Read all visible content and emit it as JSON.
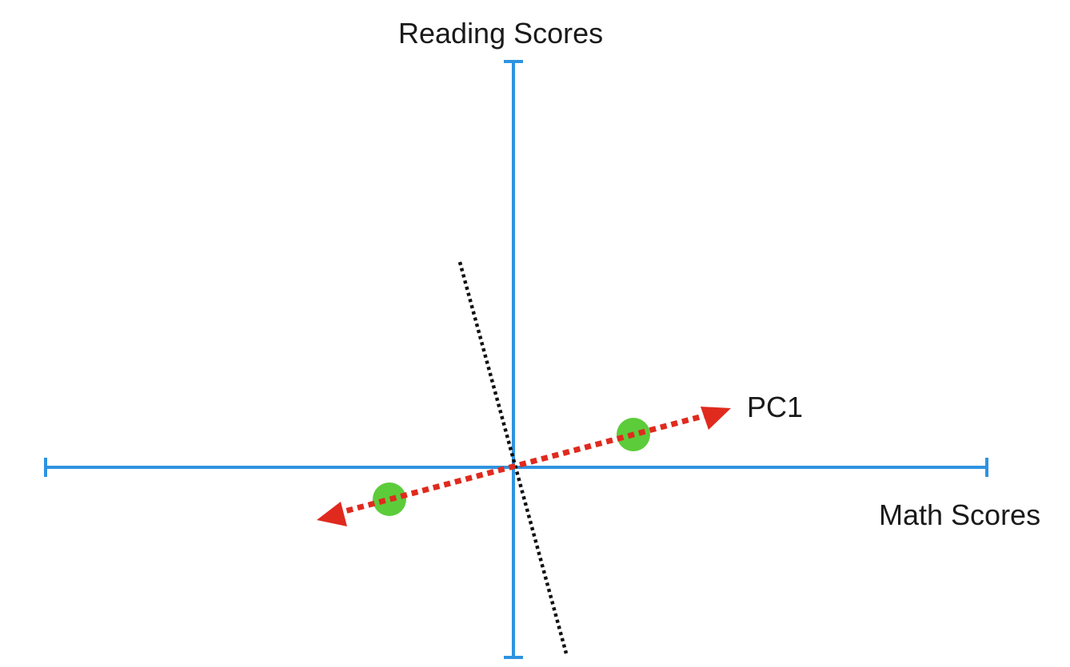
{
  "labels": {
    "y_axis": "Reading Scores",
    "x_axis": "Math Scores",
    "pc1": "PC1"
  },
  "colors": {
    "axis": "#2f93e0",
    "pc1_arrow": "#e02a1e",
    "perpendicular": "#111111",
    "points": "#5ccc3a"
  },
  "points_count": 2
}
